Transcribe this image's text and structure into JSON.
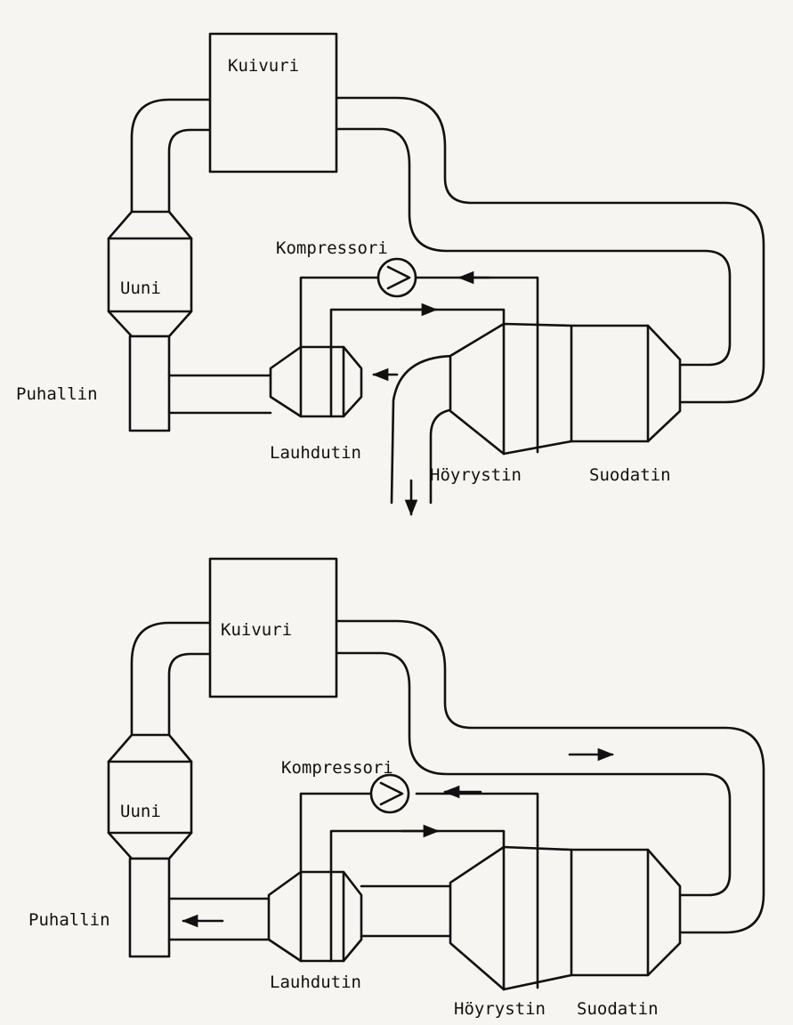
{
  "diagrams": [
    {
      "labels": {
        "dryer": "Kuivuri",
        "oven": "Uuni",
        "fan": "Puhallin",
        "compressor": "Kompressori",
        "condenser": "Lauhdutin",
        "evaporator": "Höyrystin",
        "filter": "Suodatin"
      }
    },
    {
      "labels": {
        "dryer": "Kuivuri",
        "oven": "Uuni",
        "fan": "Puhallin",
        "compressor": "Kompressori",
        "condenser": "Lauhdutin",
        "evaporator": "Höyrystin",
        "filter": "Suodatin"
      }
    }
  ],
  "colors": {
    "ink": "#111111",
    "paper": "#f6f5f1"
  }
}
